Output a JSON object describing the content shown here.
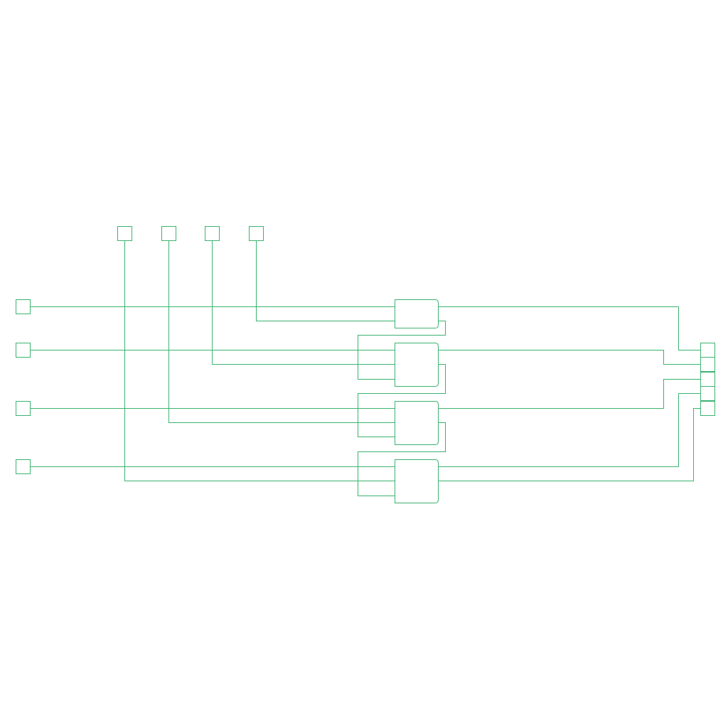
{
  "diagram": {
    "stroke_color": "#3cb371",
    "background_color": "#ffffff",
    "counts": {
      "top_inputs": 4,
      "left_inputs": 4,
      "gates": 4,
      "output_pins": 5
    }
  }
}
